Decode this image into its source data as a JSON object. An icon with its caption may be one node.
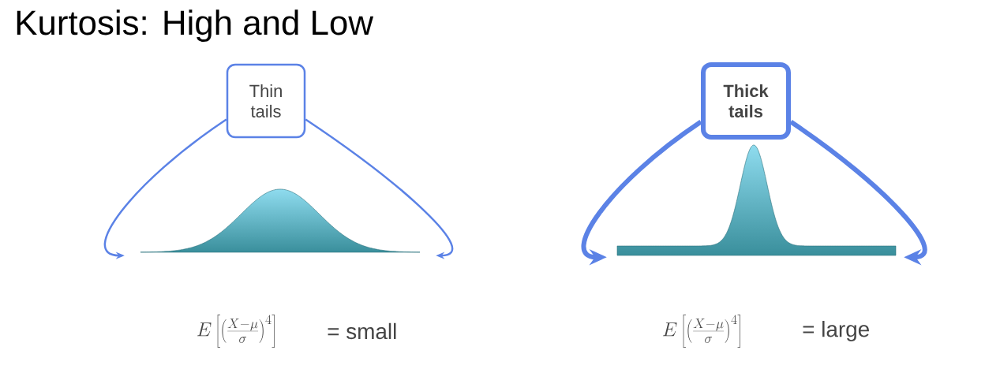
{
  "diagram": {
    "title": "Kurtosis: High and Low",
    "nodes": [
      {
        "text": [
          "Thin tails"
        ]
      },
      {
        "text": [],
        "shape": "picture"
      },
      {
        "text": [
          "Thick tails"
        ]
      },
      {
        "text": [],
        "shape": "picture"
      }
    ],
    "edges": [
      {
        "from": 0,
        "to": 1,
        "arrow": "to"
      },
      {
        "from": 0,
        "to": 1,
        "arrow": "to"
      },
      {
        "from": 2,
        "to": 3,
        "arrow": "to",
        "style": "thick"
      },
      {
        "from": 2,
        "to": 3,
        "arrow": "to",
        "style": "thick"
      }
    ],
    "labels": [
      "E\\left[\\left(\\frac{X-\\mu}{\\sigma}\\right)^{4}\\right]",
      "= small",
      "E\\left[\\left(\\frac{X-\\mu}{\\sigma}\\right)^{4}\\right]",
      "= large"
    ]
  }
}
